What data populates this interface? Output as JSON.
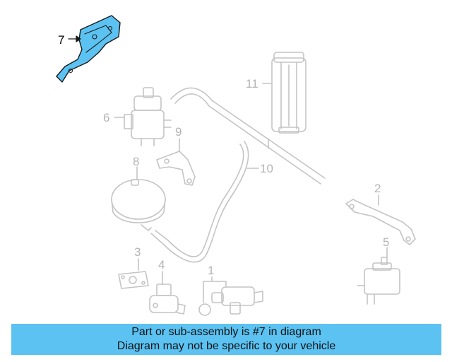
{
  "diagram": {
    "highlight_color": "#5bc2f2",
    "part_color": "#c8c8c8",
    "callouts": [
      {
        "id": "7",
        "label": "7",
        "highlighted": true
      },
      {
        "id": "11",
        "label": "11",
        "highlighted": false
      },
      {
        "id": "6",
        "label": "6",
        "highlighted": false
      },
      {
        "id": "9",
        "label": "9",
        "highlighted": false
      },
      {
        "id": "8",
        "label": "8",
        "highlighted": false
      },
      {
        "id": "10",
        "label": "10",
        "highlighted": false
      },
      {
        "id": "2",
        "label": "2",
        "highlighted": false
      },
      {
        "id": "5",
        "label": "5",
        "highlighted": false
      },
      {
        "id": "3",
        "label": "3",
        "highlighted": false
      },
      {
        "id": "4",
        "label": "4",
        "highlighted": false
      },
      {
        "id": "1",
        "label": "1",
        "highlighted": false
      }
    ]
  },
  "banner": {
    "line1": "Part or sub-assembly is #7 in diagram",
    "line2": "Diagram may not be specific to your vehicle",
    "background": "#5bc2f2"
  }
}
